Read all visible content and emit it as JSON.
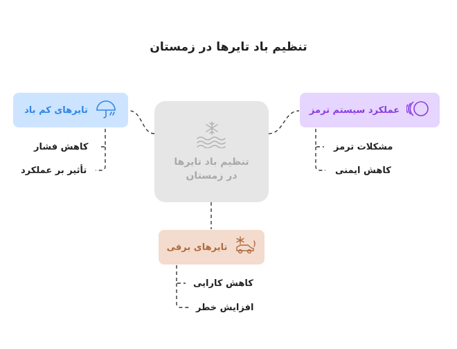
{
  "title": "تنظیم باد تایرها در زمستان",
  "center": {
    "label": "تنظیم باد تایرها در زمستان",
    "icon": "snowflake-waves-icon"
  },
  "branches": {
    "left": {
      "label": "تایرهای کم باد",
      "icon": "tire-pressure-icon",
      "color": "#2f86e8",
      "bg": "#cce4ff",
      "leaves": [
        "کاهش فشار",
        "تأثیر بر عملکرد"
      ]
    },
    "right": {
      "label": "عملکرد سیستم ترمز",
      "icon": "brake-disc-icon",
      "color": "#8b3de0",
      "bg": "#e5d5ff",
      "leaves": [
        "مشکلات ترمز",
        "کاهش ایمنی"
      ]
    },
    "bottom": {
      "label": "تایرهای برفی",
      "icon": "snow-car-icon",
      "color": "#b06a3e",
      "bg": "#f3dccd",
      "leaves": [
        "کاهش کارایی",
        "افزایش خطر"
      ]
    }
  }
}
